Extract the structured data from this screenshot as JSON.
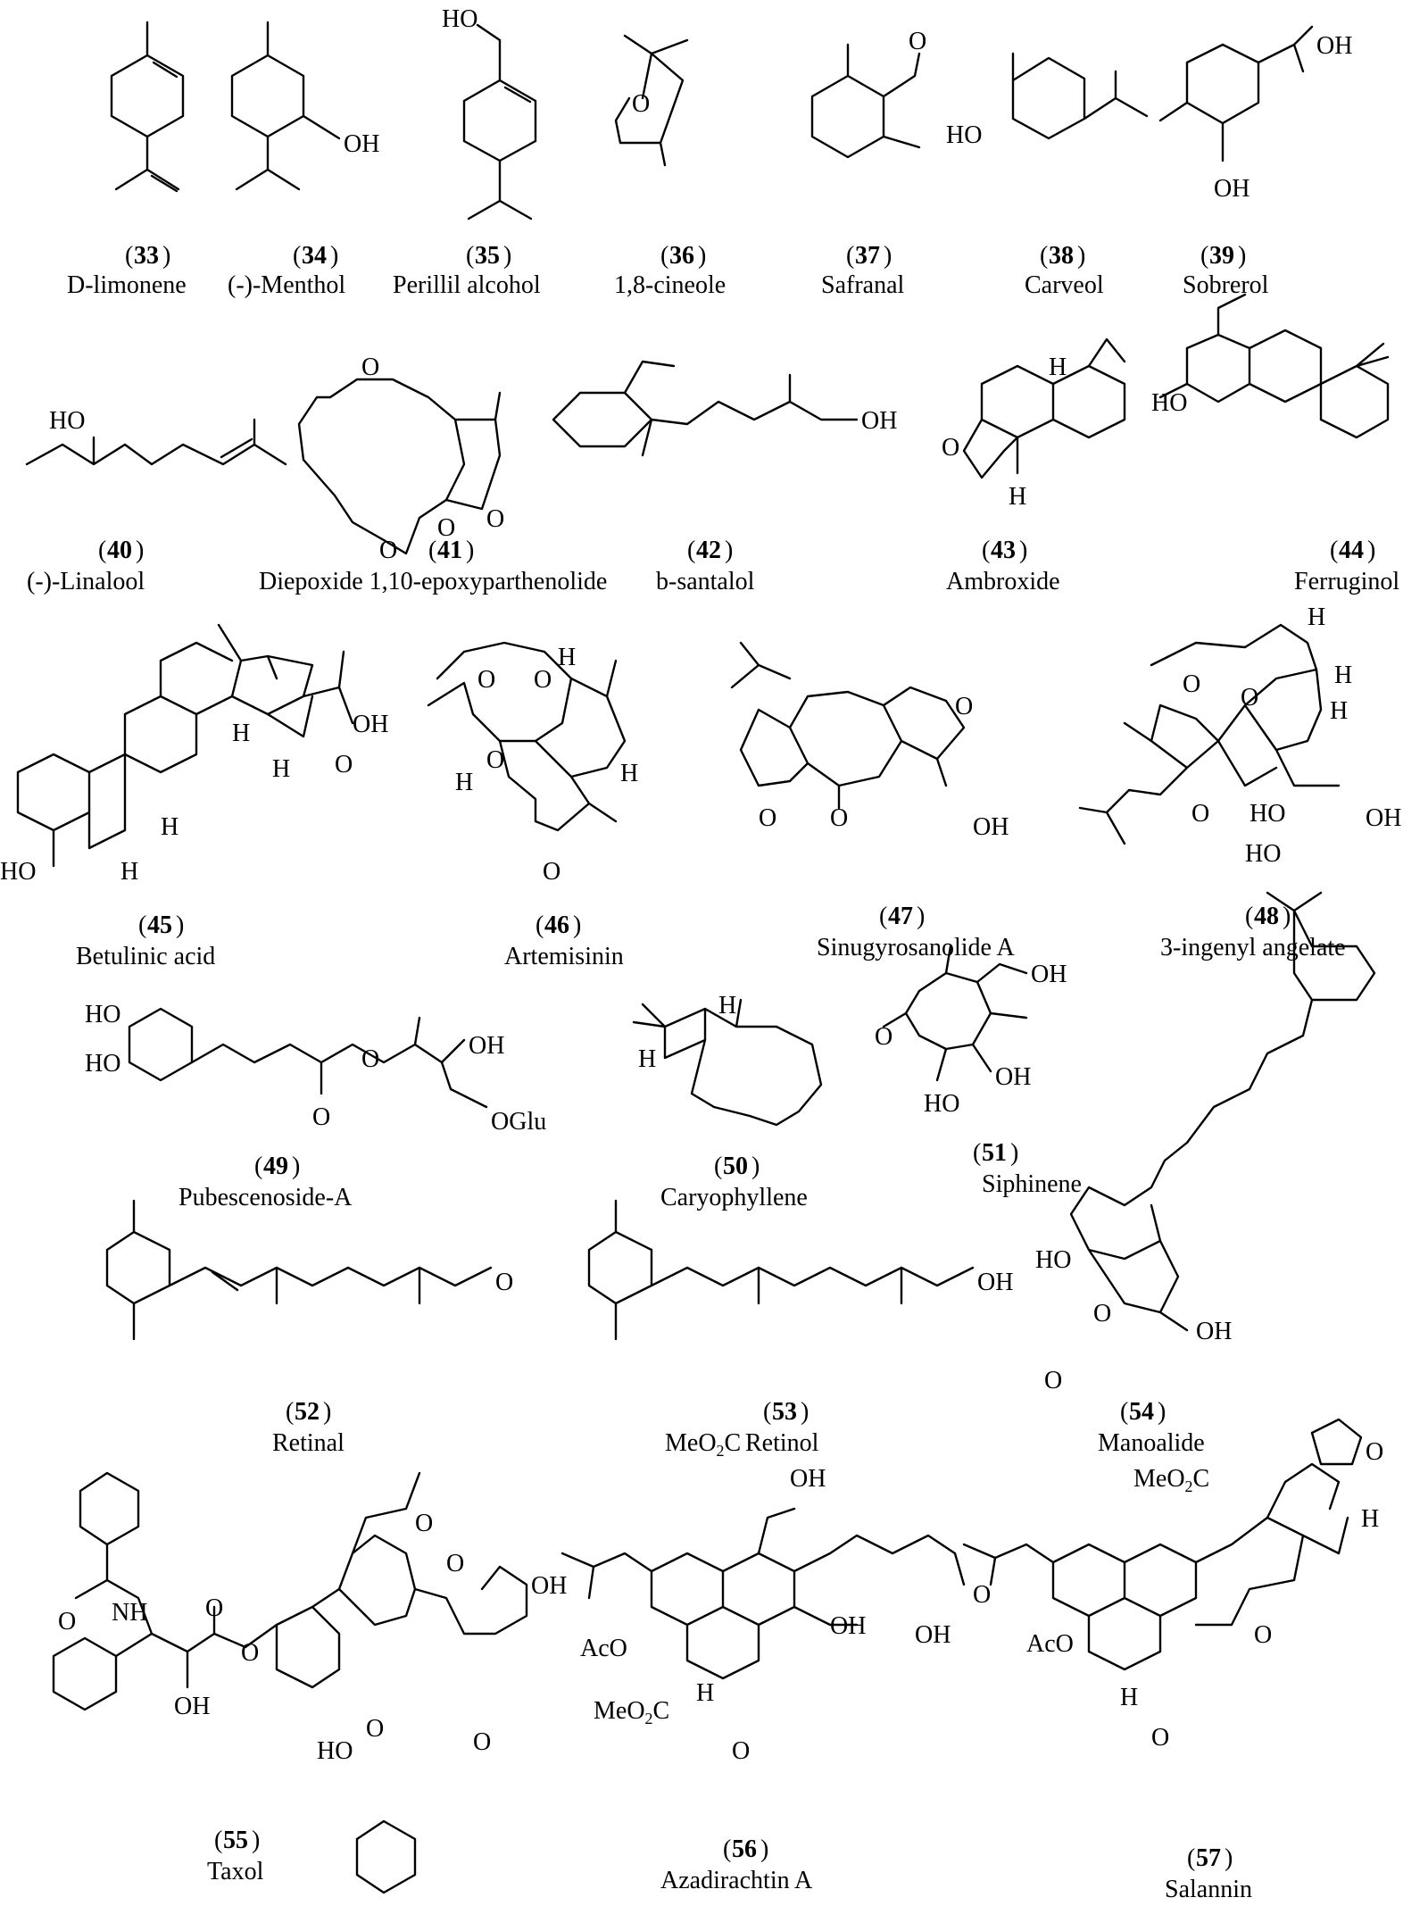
{
  "compounds": [
    {
      "num": "33",
      "name": "D-limonene"
    },
    {
      "num": "34",
      "name": "(-)-Menthol"
    },
    {
      "num": "35",
      "name": "Perillil alcohol"
    },
    {
      "num": "36",
      "name": "1,8-cineole"
    },
    {
      "num": "37",
      "name": "Safranal"
    },
    {
      "num": "38",
      "name": "Carveol"
    },
    {
      "num": "39",
      "name": "Sobrerol"
    },
    {
      "num": "40",
      "name": "(-)-Linalool"
    },
    {
      "num": "41",
      "name": "Diepoxide 1,10-epoxyparthenolide"
    },
    {
      "num": "42",
      "name": "b-santalol"
    },
    {
      "num": "43",
      "name": "Ambroxide"
    },
    {
      "num": "44",
      "name": "Ferruginol"
    },
    {
      "num": "45",
      "name": "Betulinic acid"
    },
    {
      "num": "46",
      "name": "Artemisinin"
    },
    {
      "num": "47",
      "name": "Sinugyrosanolide A"
    },
    {
      "num": "48",
      "name": "3-ingenyl angelate"
    },
    {
      "num": "49",
      "name": "Pubescenoside-A"
    },
    {
      "num": "50",
      "name": "Caryophyllene"
    },
    {
      "num": "51",
      "name": "Siphinene"
    },
    {
      "num": "52",
      "name": "Retinal"
    },
    {
      "num": "53",
      "name": "Retinol"
    },
    {
      "num": "54",
      "name": "Manoalide"
    },
    {
      "num": "55",
      "name": "Taxol"
    },
    {
      "num": "56",
      "name": "Azadirachtin A"
    },
    {
      "num": "57",
      "name": "Salannin"
    }
  ],
  "atoms": {
    "oh": "OH",
    "ho": "HO",
    "o": "O",
    "h": "H",
    "nh": "NH",
    "aco": "AcO",
    "oglu": "OGlu",
    "meo2c": "MeO2C"
  }
}
